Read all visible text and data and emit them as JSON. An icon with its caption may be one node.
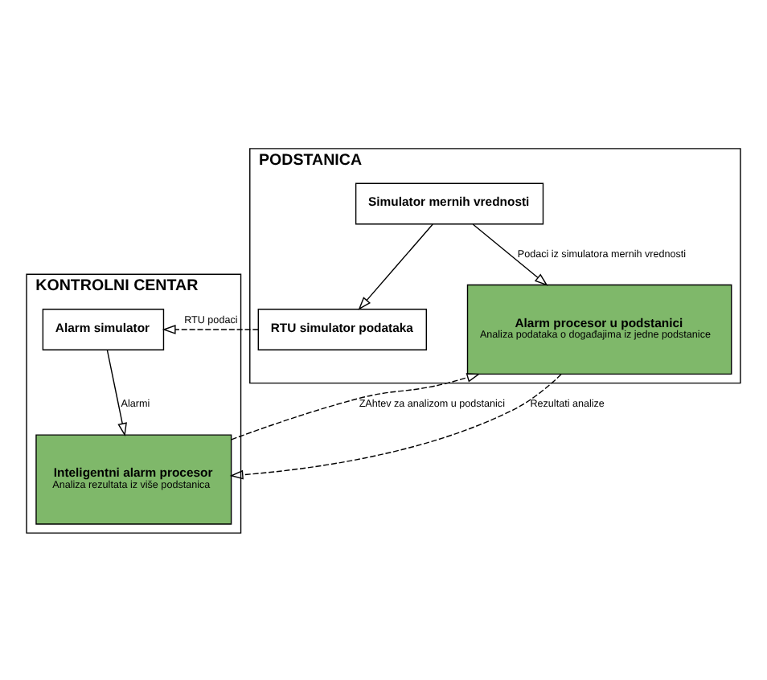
{
  "diagram": {
    "nodes": [
      {
        "text": [
          "KONTROLNI CENTAR"
        ]
      },
      {
        "text": [
          "Alarm simulator"
        ],
        "in": 0
      },
      {
        "text": [
          "Inteligentni alarm procesor",
          "Analiza rezultata iz više podstanica"
        ],
        "in": 0
      },
      {
        "text": [
          "PODSTANICA"
        ]
      },
      {
        "text": [
          "RTU simulator podataka"
        ],
        "in": 3
      },
      {
        "text": [
          "Alarm procesor u podstanici",
          "Analiza podataka o događajima iz jedne podstanice"
        ],
        "in": 3
      },
      {
        "text": [
          "Simulator mernih vrednosti"
        ],
        "in": 3
      }
    ],
    "edges": [
      {
        "from": 1,
        "to": 2,
        "arrow": "to",
        "label": "Alarmi"
      },
      {
        "from": 4,
        "to": 1,
        "arrow": "to",
        "label": "RTU podaci",
        "style": "dashed"
      },
      {
        "from": 2,
        "to": 5,
        "arrow": "to",
        "label": "ZAhtev za analizom u podstanici",
        "style": "dashed"
      },
      {
        "from": 5,
        "to": 2,
        "arrow": "to",
        "label": "Rezultati analize",
        "style": "dashed"
      },
      {
        "from": 6,
        "to": 4,
        "arrow": "to"
      },
      {
        "from": 6,
        "to": 5,
        "arrow": "to",
        "label": "Podaci iz simulatora mernih vrednosti"
      }
    ]
  }
}
